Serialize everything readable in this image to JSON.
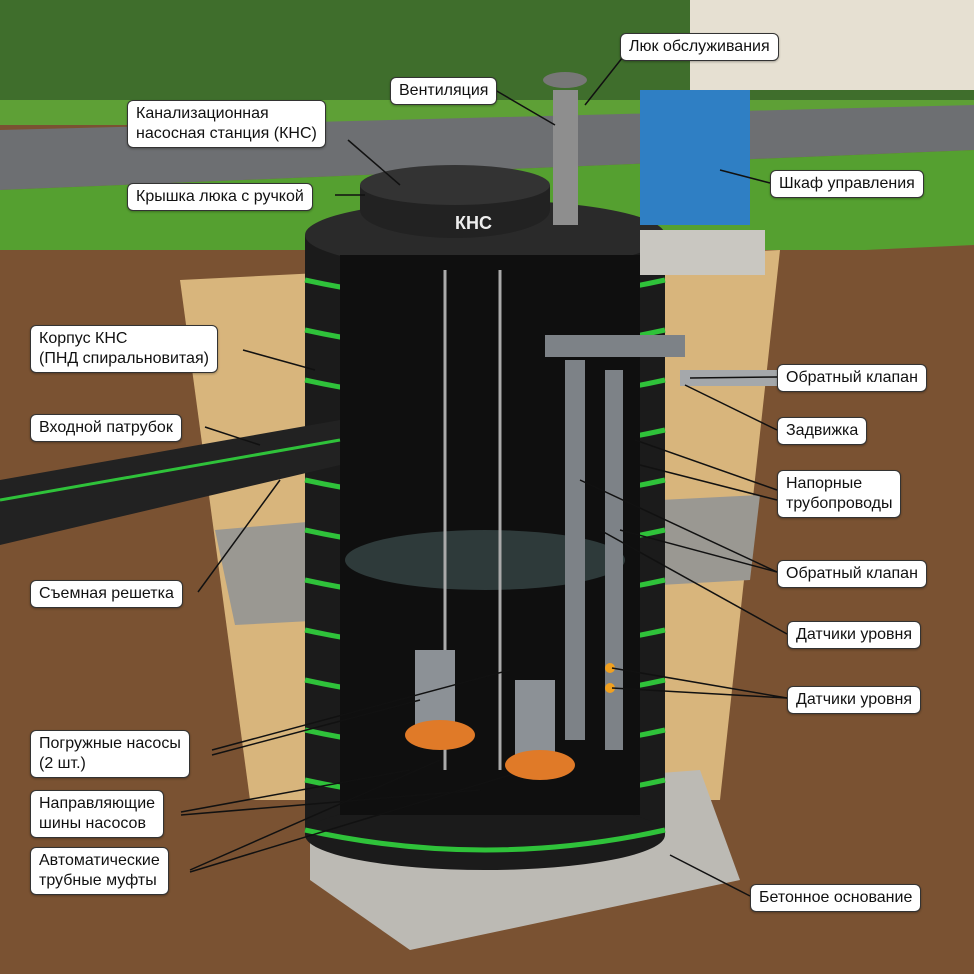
{
  "diagram": {
    "lid_text": "КНС",
    "labels": {
      "service_hatch": "Люк обслуживания",
      "ventilation": "Вентиляция",
      "station": "Канализационная\nнасосная станция (КНС)",
      "lid_handle": "Крышка люка с ручкой",
      "control_cabinet": "Шкаф управления",
      "body": "Корпус КНС\n(ПНД спиральновитая)",
      "check_valve_top": "Обратный клапан",
      "inlet_pipe": "Входной патрубок",
      "gate_valve": "Задвижка",
      "pressure_pipes": "Напорные\nтрубопроводы",
      "removable_grate": "Съемная решетка",
      "check_valve_bottom": "Обратный клапан",
      "level_sensors_1": "Датчики уровня",
      "level_sensors_2": "Датчики уровня",
      "pumps": "Погружные насосы\n(2 шт.)",
      "guide_rails": "Направляющие\nшины насосов",
      "couplings": "Автоматические\nтрубные муфты",
      "concrete_base": "Бетонное основание"
    },
    "colors": {
      "body": "#1b1b1b",
      "stripe": "#2fc23a",
      "cabinet": "#2f7fc4",
      "soil": "#7a5232",
      "sand": "#d8b57c",
      "grass": "#4f9a2c"
    }
  }
}
